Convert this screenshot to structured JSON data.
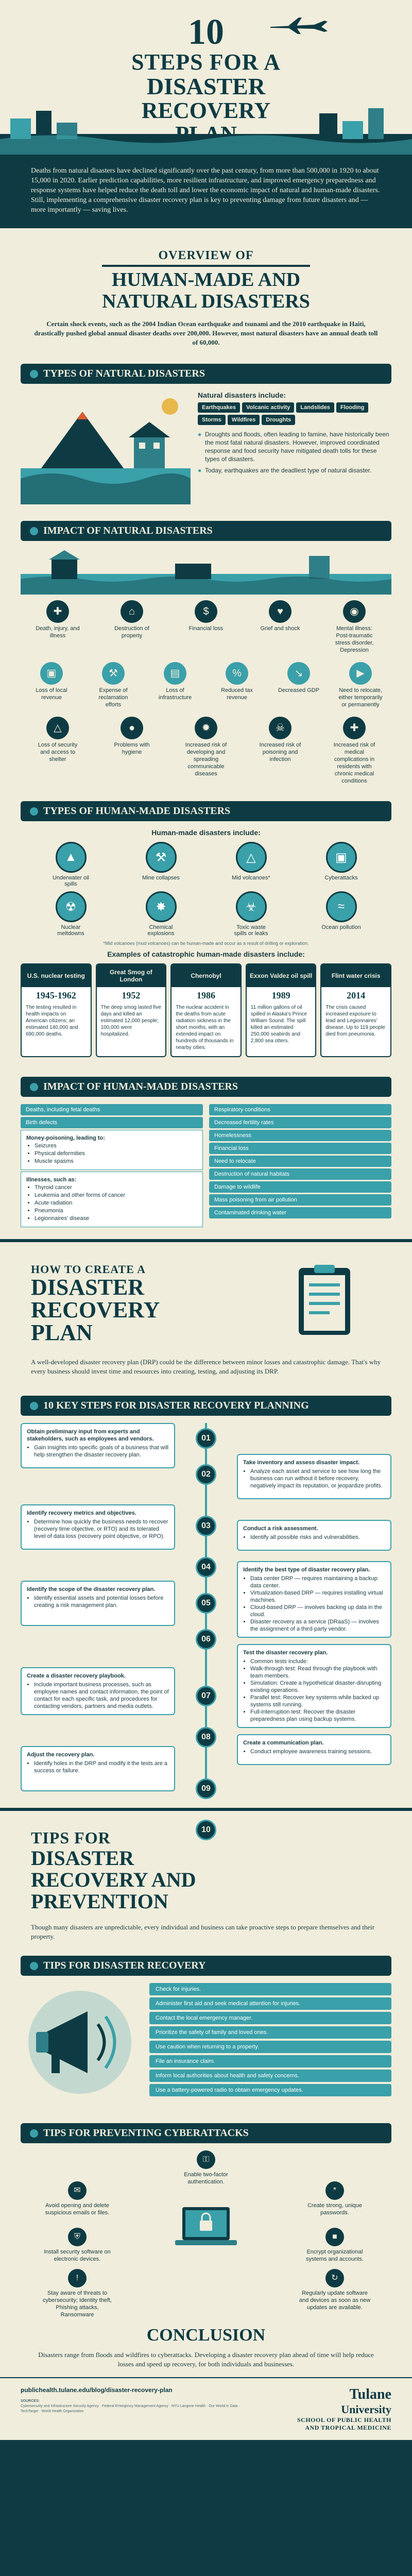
{
  "hero": {
    "number": "10",
    "line1": "STEPS FOR A",
    "line2": "DISASTER",
    "line3": "RECOVERY",
    "line4": "PLAN"
  },
  "intro": "Deaths from natural disasters have declined significantly over the past century, from more than 500,000 in 1920 to about 15,000 in 2020. Earlier prediction capabilities, more resilient infrastructure, and improved emergency preparedness and response systems have helped reduce the death toll and lower the economic impact of natural and human-made disasters. Still, implementing a comprehensive disaster recovery plan is key to preventing damage from future disasters and — more importantly — saving lives.",
  "overview": {
    "t1": "OVERVIEW OF",
    "t2a": "HUMAN-MADE AND",
    "t2b": "NATURAL DISASTERS",
    "body": "Certain shock events, such as the 2004 Indian Ocean earthquake and tsunami and the 2010 earthquake in Haiti, drastically pushed global annual disaster deaths over 200,000. However, most natural disasters have an annual death toll of 60,000."
  },
  "natural": {
    "bar": "TYPES OF NATURAL DISASTERS",
    "head": "Natural disasters include:",
    "types": [
      "Earthquakes",
      "Volcanic activity",
      "Landslides",
      "Flooding",
      "Storms",
      "Wildfires",
      "Droughts"
    ],
    "notes": [
      "Droughts and floods, often leading to famine, have historically been the most fatal natural disasters. However, improved coordinated response and food security have mitigated death tolls for these types of disasters.",
      "Today, earthquakes are the deadliest type of natural disaster."
    ]
  },
  "natural_impact": {
    "bar": "IMPACT OF NATURAL DISASTERS",
    "row1": [
      "Death, injury, and illness",
      "Destruction of property",
      "Financial loss",
      "Grief and shock",
      "Mental illness: Post-traumatic stress disorder, Depression"
    ],
    "row2": [
      "Loss of local revenue",
      "Expense of reclamation efforts",
      "Loss of infrastructure",
      "Reduced tax revenue",
      "Decreased GDP",
      "Need to relocate, either temporarily or permanently"
    ],
    "row3": [
      "Loss of security and access to shelter",
      "Problems with hygiene",
      "Increased risk of developing and spreading communicable diseases",
      "Increased risk of poisoning and infection",
      "Increased risk of medical complications in residents with chronic medical conditions"
    ]
  },
  "human": {
    "bar": "TYPES OF HUMAN-MADE DISASTERS",
    "head": "Human-made disasters include:",
    "types": [
      "Underwater oil spills",
      "Mine collapses",
      "Mid volcanoes*",
      "Cyberattacks",
      "Nuclear meltdowns",
      "Chemical explosions",
      "Toxic waste spills or leaks",
      "Ocean pollution"
    ],
    "note": "*Mid volcanoes (mud volcanoes) can be human-made and occur as a result of drilling or exploration.",
    "examples_head": "Examples of catastrophic human-made disasters include:",
    "events": [
      {
        "name": "U.S. nuclear testing",
        "year": "1945-1962",
        "desc": "The testing resulted in health impacts on American citizens; an estimated 140,000 and 690,000 deaths."
      },
      {
        "name": "Great Smog of London",
        "year": "1952",
        "desc": "The deep smog lasted five days and killed an estimated 12,000 people; 100,000 were hospitalized."
      },
      {
        "name": "Chernobyl",
        "year": "1986",
        "desc": "The nuclear accident in the deaths from acute radiation sickness in the short months, with an extended impact on hundreds of thousands in nearby cities."
      },
      {
        "name": "Exxon Valdez oil spill",
        "year": "1989",
        "desc": "11 million gallons of oil spilled in Alaska's Prince William Sound. The spill killed an estimated 250,000 seabirds and 2,800 sea otters."
      },
      {
        "name": "Flint water crisis",
        "year": "2014",
        "desc": "The crisis caused increased exposure to lead and Legionnaires' disease. Up to 119 people died from pneumonia."
      }
    ]
  },
  "human_impact": {
    "bar": "IMPACT OF HUMAN-MADE DISASTERS",
    "left": {
      "rows": [
        "Deaths, including fetal deaths",
        "Birth defects"
      ],
      "box1_head": "Money-poisoning, leading to:",
      "box1_items": [
        "Seizures",
        "Physical deformities",
        "Muscle spasms"
      ],
      "box2_head": "Illnesses, such as:",
      "box2_items": [
        "Thyroid cancer",
        "Leukemia and other forms of cancer",
        "Acute radiation",
        "Pneumonia",
        "Legionnaires' disease"
      ]
    },
    "right": [
      "Respiratory conditions",
      "Decreased fertility rates",
      "Homelessness",
      "Financial loss",
      "Need to relocate",
      "Destruction of natural habitats",
      "Damage to wildlife",
      "Mass poisoning from air pollution",
      "Contaminated drinking water"
    ]
  },
  "how": {
    "h1": "HOW TO CREATE A",
    "h2a": "DISASTER",
    "h2b": "RECOVERY",
    "h2c": "PLAN",
    "body": "A well-developed disaster recovery plan (DRP) could be the difference between minor losses and catastrophic damage. That's why every business should invest time and resources into creating, testing, and adjusting its DRP."
  },
  "steps": {
    "bar": "10 KEY STEPS FOR DISASTER RECOVERY PLANNING",
    "items": [
      {
        "n": "01",
        "head": "Obtain preliminary input from experts and stakeholders, such as employees and vendors.",
        "sub": [
          "Gain insights into specific goals of a business that will help strengthen the disaster recovery plan."
        ]
      },
      {
        "n": "02",
        "head": "Take inventory and assess disaster impact.",
        "sub": [
          "Analyze each asset and service to see how long the business can run without it before recovery, negatively impact its reputation, or jeopardize profits."
        ]
      },
      {
        "n": "03",
        "head": "Identify recovery metrics and objectives.",
        "sub": [
          "Determine how quickly the business needs to recover (recovery time objective, or RTO) and its tolerated level of data loss (recovery point objective, or RPO)."
        ]
      },
      {
        "n": "04",
        "head": "Conduct a risk assessment.",
        "sub": [
          "Identify all possible risks and vulnerabilities."
        ]
      },
      {
        "n": "05",
        "head": "Identify the scope of the disaster recovery plan.",
        "sub": [
          "Identify essential assets and potential losses before creating a risk management plan."
        ]
      },
      {
        "n": "06",
        "head": "Identify the best type of disaster recovery plan.",
        "sub": [
          "Data center DRP — requires maintaining a backup data center.",
          "Virtualization-based DRP — requires installing virtual machines.",
          "Cloud-based DRP — involves backing up data in the cloud.",
          "Disaster recovery as a service (DRaaS) — involves the assignment of a third-party vendor."
        ]
      },
      {
        "n": "07",
        "head": "Create a disaster recovery playbook.",
        "sub": [
          "Include important business processes, such as employee names and contact information, the point of contact for each specific task, and procedures for contacting vendors, partners and media outlets."
        ]
      },
      {
        "n": "08",
        "head": "Test the disaster recovery plan.",
        "sub": [
          "Common tests include:",
          "Walk-through test: Read through the playbook with team members.",
          "Simulation: Create a hypothetical disaster-disrupting existing operations.",
          "Parallel test: Recover key systems while backed up systems still running.",
          "Full-interruption test: Recover the disaster preparedness plan using backup systems."
        ]
      },
      {
        "n": "09",
        "head": "Adjust the recovery plan.",
        "sub": [
          "Identify holes in the DRP and modify it the tests are a success or failure."
        ]
      },
      {
        "n": "10",
        "head": "Create a communication plan.",
        "sub": [
          "Conduct employee awareness training sessions."
        ]
      }
    ]
  },
  "tips": {
    "h1": "TIPS FOR",
    "h2a": "DISASTER",
    "h2b": "RECOVERY AND",
    "h2c": "PREVENTION",
    "body": "Though many disasters are unpredictable, every individual and business can take proactive steps to prepare themselves and their property.",
    "dr_bar": "TIPS FOR DISASTER RECOVERY",
    "dr_items": [
      "Check for injuries.",
      "Administer first aid and seek medical attention for injuries.",
      "Contact the local emergency manager.",
      "Prioritize the safety of family and loved ones.",
      "Use caution when returning to a property.",
      "File an insurance claim.",
      "Inform local authorities about health and safety concerns.",
      "Use a battery-powered radio to obtain emergency updates."
    ],
    "cy_bar": "TIPS FOR PREVENTING CYBERATTACKS",
    "cy_items": [
      "Enable two-factor authentication.",
      "Avoid opening and delete suspicious emails or files.",
      "Create strong, unique passwords.",
      "Install security software on electronic devices.",
      "Encrypt organizational systems and accounts.",
      "Stay aware of threats to cybersecurity; Identity theft, Phishing attacks, Ransomware",
      "Regularly update software and devices as soon as new updates are available."
    ]
  },
  "conclusion": {
    "title": "CONCLUSION",
    "body": "Disasters range from floods and wildfires to cyberattacks. Developing a disaster recovery plan ahead of time will help reduce losses and speed up recovery, for both individuals and businesses."
  },
  "footer": {
    "url": "publichealth.tulane.edu/blog/disaster-recovery-plan",
    "sources_label": "SOURCES:",
    "sources": "Cybersecurity and Infrastructure Security Agency · Federal Emergency Management Agency · NYU Langone Health · Our World in Data · TechTarget · World Health Organization",
    "brand": "Tulane",
    "brand2": "University",
    "school1": "SCHOOL OF PUBLIC HEALTH",
    "school2": "AND TROPICAL MEDICINE"
  },
  "colors": {
    "navy": "#0e3b43",
    "teal": "#3aa0a9",
    "cream": "#f0eddc"
  }
}
